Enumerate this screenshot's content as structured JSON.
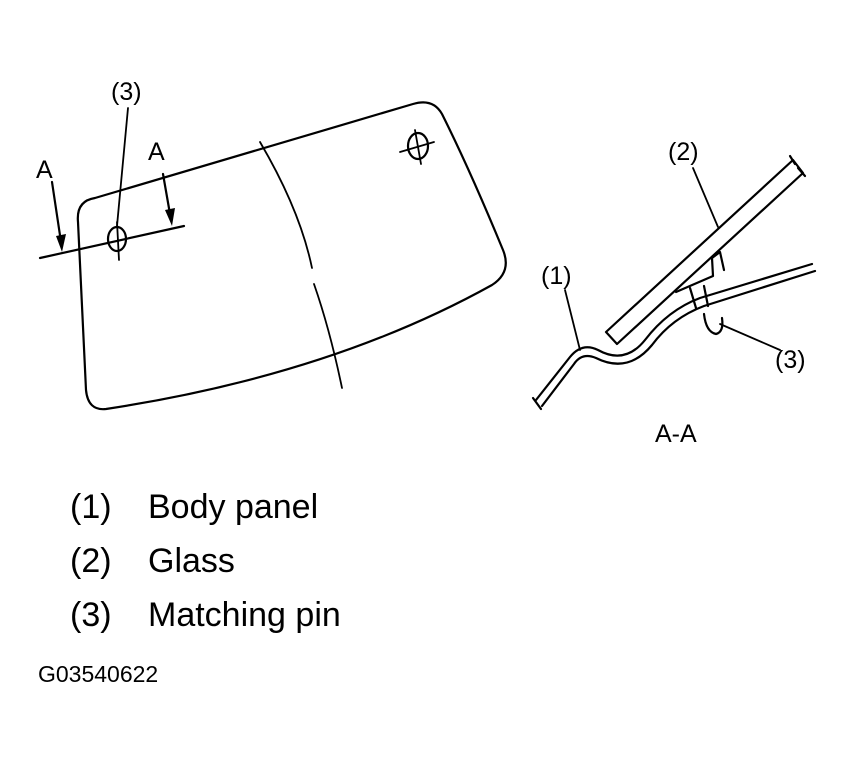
{
  "diagram": {
    "callouts": {
      "matching_pin_main": "(3)",
      "section_mark_left": "A",
      "section_mark_right": "A",
      "glass": "(2)",
      "body_panel": "(1)",
      "matching_pin_section": "(3)",
      "section_title": "A-A"
    },
    "legend": [
      {
        "number": "(1)",
        "text": "Body panel"
      },
      {
        "number": "(2)",
        "text": "Glass"
      },
      {
        "number": "(3)",
        "text": "Matching pin"
      }
    ],
    "figure_id": "G03540622"
  }
}
